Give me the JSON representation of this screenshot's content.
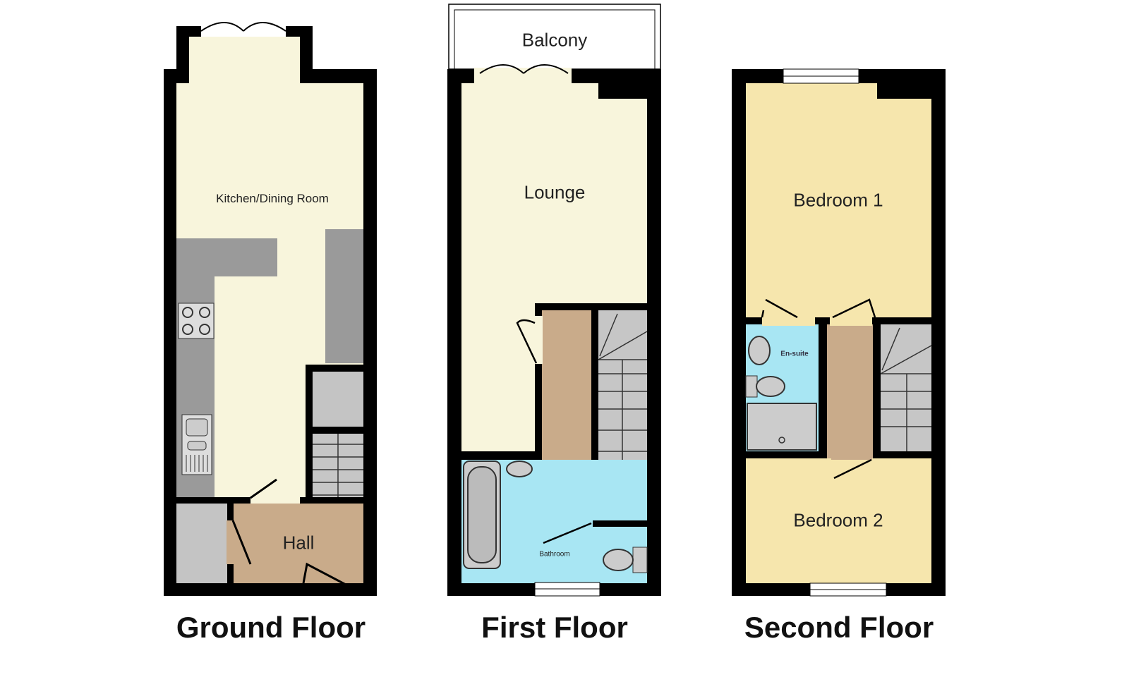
{
  "floors": [
    {
      "title": "Ground Floor",
      "rooms": [
        "Kitchen/Dining Room",
        "Hall"
      ]
    },
    {
      "title": "First Floor",
      "rooms": [
        "Balcony",
        "Lounge",
        "Bathroom"
      ]
    },
    {
      "title": "Second Floor",
      "rooms": [
        "Bedroom 1",
        "En-suite",
        "Bedroom 2"
      ]
    }
  ],
  "colors": {
    "wall": "#000000",
    "living": "#f8f5dc",
    "kitchen_units": "#9a9a9a",
    "hall": "#c9ab8a",
    "bathroom": "#a8e6f3",
    "bedroom": "#f6e6ad",
    "stairs": "#c6c6c6"
  }
}
